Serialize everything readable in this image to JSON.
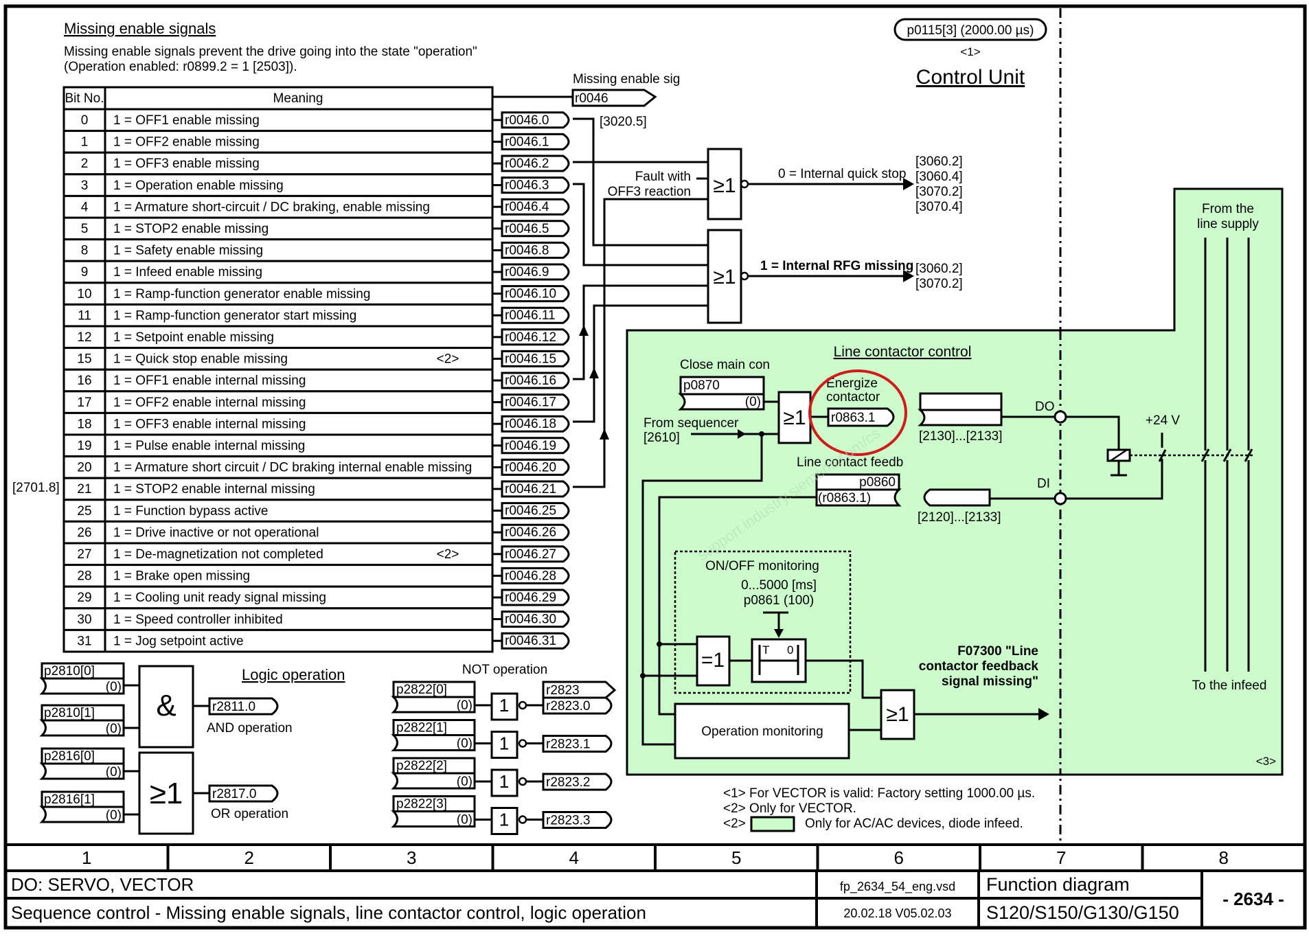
{
  "header": {
    "section_title": "Missing enable signals",
    "description_line1": "Missing enable signals prevent the drive going into the state \"operation\"",
    "description_line2": "(Operation enabled: r0899.2 = 1 [2503]).",
    "sampling_time": "p0115[3] (2000.00 µs)",
    "sampling_note": "<1>",
    "unit_title": "Control Unit",
    "cross_ref_left": "[2701.8]"
  },
  "table": {
    "col_bit": "Bit No.",
    "col_meaning": "Meaning",
    "rows": [
      {
        "bit": "0",
        "meaning": "1 = OFF1 enable missing",
        "note": "",
        "signal": "r0046.0"
      },
      {
        "bit": "1",
        "meaning": "1 = OFF2 enable missing",
        "note": "",
        "signal": "r0046.1"
      },
      {
        "bit": "2",
        "meaning": "1 = OFF3 enable missing",
        "note": "",
        "signal": "r0046.2"
      },
      {
        "bit": "3",
        "meaning": "1 = Operation enable missing",
        "note": "",
        "signal": "r0046.3"
      },
      {
        "bit": "4",
        "meaning": "1 = Armature short-circuit / DC braking, enable missing",
        "note": "",
        "signal": "r0046.4"
      },
      {
        "bit": "5",
        "meaning": "1 = STOP2 enable missing",
        "note": "",
        "signal": "r0046.5"
      },
      {
        "bit": "8",
        "meaning": "1 = Safety enable missing",
        "note": "",
        "signal": "r0046.8"
      },
      {
        "bit": "9",
        "meaning": "1 = Infeed enable missing",
        "note": "",
        "signal": "r0046.9"
      },
      {
        "bit": "10",
        "meaning": "1 = Ramp-function generator enable missing",
        "note": "",
        "signal": "r0046.10"
      },
      {
        "bit": "11",
        "meaning": "1 = Ramp-function generator start missing",
        "note": "",
        "signal": "r0046.11"
      },
      {
        "bit": "12",
        "meaning": "1 = Setpoint enable missing",
        "note": "",
        "signal": "r0046.12"
      },
      {
        "bit": "15",
        "meaning": "1 = Quick stop enable missing",
        "note": "<2>",
        "signal": "r0046.15"
      },
      {
        "bit": "16",
        "meaning": "1 = OFF1 enable internal missing",
        "note": "",
        "signal": "r0046.16"
      },
      {
        "bit": "17",
        "meaning": "1 = OFF2 enable internal missing",
        "note": "",
        "signal": "r0046.17"
      },
      {
        "bit": "18",
        "meaning": "1 = OFF3 enable internal missing",
        "note": "",
        "signal": "r0046.18"
      },
      {
        "bit": "19",
        "meaning": "1 = Pulse enable internal missing",
        "note": "",
        "signal": "r0046.19"
      },
      {
        "bit": "20",
        "meaning": "1 = Armature short circuit / DC braking internal enable missing",
        "note": "",
        "signal": "r0046.20"
      },
      {
        "bit": "21",
        "meaning": "1 = STOP2 enable internal missing",
        "note": "",
        "signal": "r0046.21"
      },
      {
        "bit": "25",
        "meaning": "1 = Function bypass active",
        "note": "",
        "signal": "r0046.25"
      },
      {
        "bit": "26",
        "meaning": "1 = Drive inactive or not operational",
        "note": "",
        "signal": "r0046.26"
      },
      {
        "bit": "27",
        "meaning": "1 = De-magnetization not completed",
        "note": "<2>",
        "signal": "r0046.27"
      },
      {
        "bit": "28",
        "meaning": "1 = Brake open missing",
        "note": "",
        "signal": "r0046.28"
      },
      {
        "bit": "29",
        "meaning": "1 = Cooling unit ready signal missing",
        "note": "",
        "signal": "r0046.29"
      },
      {
        "bit": "30",
        "meaning": "1 = Speed controller inhibited",
        "note": "",
        "signal": "r0046.30"
      },
      {
        "bit": "31",
        "meaning": "1 = Jog setpoint active",
        "note": "",
        "signal": "r0046.31"
      }
    ]
  },
  "word_output": {
    "label": "Missing enable sig",
    "signal": "r0046",
    "ref": "[3020.5]"
  },
  "quick_stop_gate": {
    "symbol": "≥1",
    "side_label_1": "Fault with",
    "side_label_2": "OFF3 reaction",
    "output_label": "0 = Internal quick stop",
    "refs": [
      "[3060.2]",
      "[3060.4]",
      "[3070.2]",
      "[3070.4]"
    ]
  },
  "rfg_gate": {
    "symbol": "≥1",
    "output_label": "1 = Internal RFG missing",
    "refs": [
      "[3060.2]",
      "[3070.2]"
    ]
  },
  "line_contactor": {
    "title": "Line contactor control",
    "close_label": "Close main con",
    "close_param": "p0870",
    "close_default": "(0)",
    "from_sequencer": "From sequencer",
    "sequencer_ref": "[2610]",
    "or_symbol": "≥1",
    "energize_label_1": "Energize",
    "energize_label_2": "contactor",
    "energize_signal": "r0863.1",
    "do_ref": "[2130]...[2133]",
    "do_label": "DO",
    "feedback_label": "Line contact feedb",
    "feedback_param": "p0860",
    "feedback_default": "(r0863.1)",
    "di_ref": "[2120]...[2133]",
    "di_label": "DI",
    "supply_voltage": "+24 V",
    "from_supply_1": "From the",
    "from_supply_2": "line supply",
    "to_infeed": "To the infeed",
    "note3": "<3>",
    "onoff_title": "ON/OFF monitoring",
    "onoff_range": "0...5000 [ms]",
    "onoff_param": "p0861 (100)",
    "xor_symbol": "=1",
    "timer_t": "T",
    "timer_0": "0",
    "op_monitoring": "Operation monitoring",
    "final_or": "≥1",
    "fault_1": "F07300 \"Line",
    "fault_2": "contactor feedback",
    "fault_3": "signal missing\""
  },
  "logic": {
    "title": "Logic operation",
    "and_inputs": [
      {
        "param": "p2810[0]",
        "default": "(0)"
      },
      {
        "param": "p2810[1]",
        "default": "(0)"
      }
    ],
    "and_symbol": "&",
    "and_output": "r2811.0",
    "and_label": "AND operation",
    "or_inputs": [
      {
        "param": "p2816[0]",
        "default": "(0)"
      },
      {
        "param": "p2816[1]",
        "default": "(0)"
      }
    ],
    "or_symbol": "≥1",
    "or_output": "r2817.0",
    "or_label": "OR operation",
    "not_title": "NOT operation",
    "not_word": "r2823",
    "not_rows": [
      {
        "param": "p2822[0]",
        "default": "(0)",
        "symbol": "1",
        "output": "r2823.0"
      },
      {
        "param": "p2822[1]",
        "default": "(0)",
        "symbol": "1",
        "output": "r2823.1"
      },
      {
        "param": "p2822[2]",
        "default": "(0)",
        "symbol": "1",
        "output": "r2823.2"
      },
      {
        "param": "p2822[3]",
        "default": "(0)",
        "symbol": "1",
        "output": "r2823.3"
      }
    ]
  },
  "footnotes": [
    "<1> For VECTOR is valid: Factory setting 1000.00 µs.",
    "<2> Only for VECTOR."
  ],
  "footnote3_prefix": "<2>",
  "footnote3_text": "Only for AC/AC devices, diode infeed.",
  "watermark": "support.industry.siemens.com/cs",
  "title_block": {
    "columns": [
      "1",
      "2",
      "3",
      "4",
      "5",
      "6",
      "7",
      "8"
    ],
    "drive_objects": "DO: SERVO, VECTOR",
    "description": "Sequence control - Missing enable signals, line contactor control, logic operation",
    "file_name": "fp_2634_54_eng.vsd",
    "date_version": "20.02.18   V05.02.03",
    "doc_type": "Function diagram",
    "products": "S120/S150/G130/G150",
    "page": "- 2634 -"
  },
  "colors": {
    "green_area": "#ccfccc",
    "highlight_circle": "#d21a1a"
  }
}
